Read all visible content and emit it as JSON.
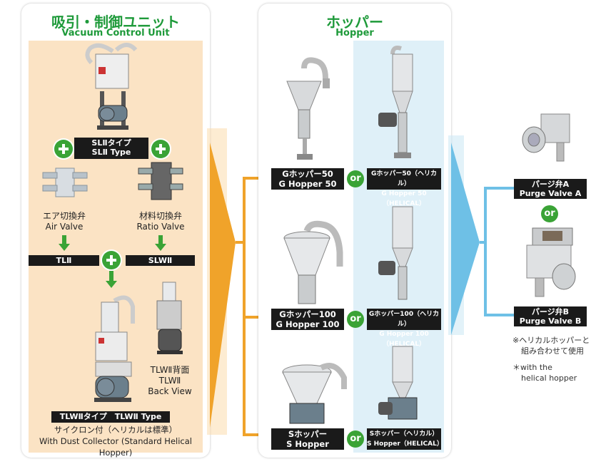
{
  "vacuum_unit": {
    "title_jp": "吸引・制御ユニット",
    "title_en": "Vacuum Control Unit",
    "sl2_label_jp": "SLⅡタイプ",
    "sl2_label_en": "SLⅡ Type",
    "air_valve_jp": "エア切換弁",
    "air_valve_en": "Air Valve",
    "ratio_valve_jp": "材料切換弁",
    "ratio_valve_en": "Ratio Valve",
    "tl2_label": "TLⅡ",
    "slw2_label": "SLWⅡ",
    "tlw2_back_jp": "TLWⅡ背面",
    "tlw2_back_en1": "TLWⅡ",
    "tlw2_back_en2": "Back View",
    "tlw2_type_label": "TLWⅡタイプ　TLWⅡ Type",
    "collector_jp": "サイクロン付（ヘリカルは標準）",
    "collector_en": "With Dust Collector (Standard Helical Hopper)"
  },
  "hopper": {
    "title_jp": "ホッパー",
    "title_en": "Hopper",
    "rows": [
      {
        "left_jp": "Gホッパー50",
        "left_en": "G Hopper 50",
        "right_jp": "Gホッパー50（ヘリカル）",
        "right_en": "G Hopper 50（HELICAL）"
      },
      {
        "left_jp": "Gホッパー100",
        "left_en": "G Hopper 100",
        "right_jp": "Gホッパー100（ヘリカル）",
        "right_en": "G Hopper 100（HELICAL）"
      },
      {
        "left_jp": "Sホッパー",
        "left_en": "S Hopper",
        "right_jp": "Sホッパー（ヘリカル）",
        "right_en": "S Hopper（HELICAL）"
      }
    ],
    "or_label": "or"
  },
  "purge": {
    "valve_a_jp": "パージ弁A",
    "valve_a_en": "Purge Valve A",
    "valve_b_jp": "パージ弁B",
    "valve_b_en": "Purge Valve B",
    "or_label": "or",
    "note_jp_1": "※ヘリカルホッパーと",
    "note_jp_2": "組み合わせて使用",
    "note_en_1": "＊with the",
    "note_en_2": "helical hopper"
  },
  "colors": {
    "green": "#3aa336",
    "title_green": "#1e9a3a",
    "orange_connector": "#f0a32a",
    "blue_connector": "#6ec0e6",
    "peach_bg": "#fbe3c4",
    "light_blue_bg": "#dff0f8"
  }
}
